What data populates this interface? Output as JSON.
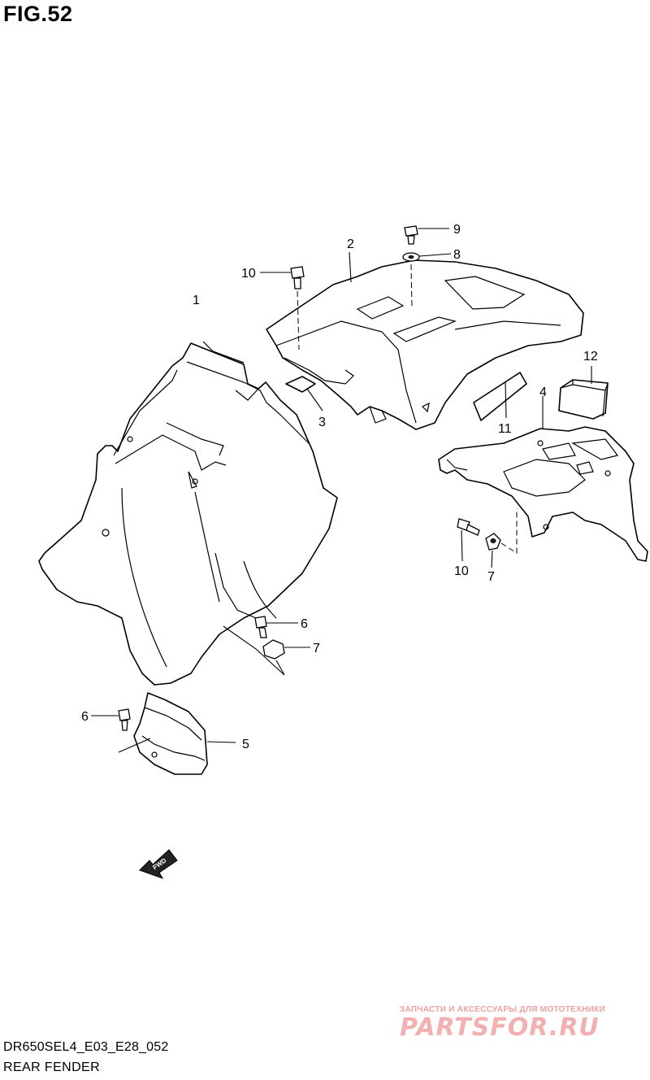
{
  "figure": {
    "title": "FIG.52",
    "code": "DR650SEL4_E03_E28_052",
    "name": "REAR FENDER"
  },
  "callouts": [
    {
      "id": "c1",
      "label": "1"
    },
    {
      "id": "c2",
      "label": "2"
    },
    {
      "id": "c3",
      "label": "3"
    },
    {
      "id": "c4",
      "label": "4"
    },
    {
      "id": "c5",
      "label": "5"
    },
    {
      "id": "c6a",
      "label": "6"
    },
    {
      "id": "c6b",
      "label": "6"
    },
    {
      "id": "c7a",
      "label": "7"
    },
    {
      "id": "c7b",
      "label": "7"
    },
    {
      "id": "c8",
      "label": "8"
    },
    {
      "id": "c9",
      "label": "9"
    },
    {
      "id": "c10a",
      "label": "10"
    },
    {
      "id": "c10b",
      "label": "10"
    },
    {
      "id": "c11",
      "label": "11"
    },
    {
      "id": "c12",
      "label": "12"
    }
  ],
  "fwd_arrow": {
    "label": "FWD"
  },
  "watermark": {
    "tagline": "ЗАПЧАСТИ И АКСЕССУАРЫ ДЛЯ МОТОТЕХНИКИ",
    "logo": "PARTSFOR.RU"
  }
}
